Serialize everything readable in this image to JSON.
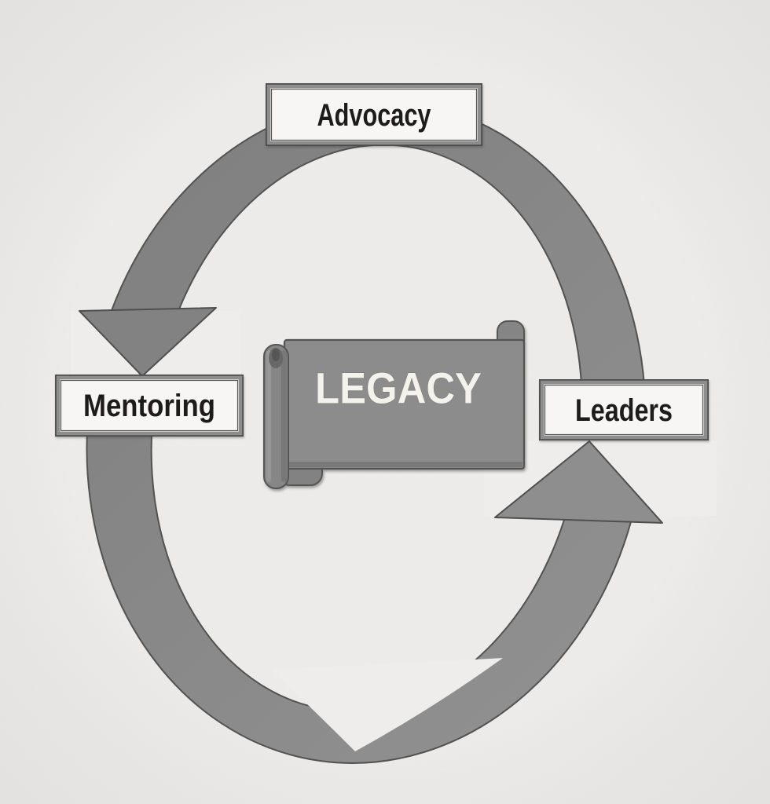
{
  "diagram": {
    "center_label": "LEGACY",
    "nodes": [
      {
        "id": "advocacy",
        "label": "Advocacy"
      },
      {
        "id": "mentoring",
        "label": "Mentoring"
      },
      {
        "id": "leaders",
        "label": "Leaders"
      }
    ],
    "arrows": [
      {
        "name": "cycle-arrow-top",
        "head_at": "mentoring",
        "direction": "counterclockwise"
      },
      {
        "name": "cycle-arrow-bottom",
        "head_at": "leaders",
        "direction": "counterclockwise"
      }
    ],
    "colors": {
      "background": "#eeedec",
      "arrow_gray": "#7e7e7e",
      "arrow_gray_light": "#929292",
      "arrow_edge": "#525252",
      "arrowhead_dark": "#828282",
      "arrowhead_light": "#8e8e8e",
      "box_fill": "#f7f6f4",
      "box_border": "#8d8d8d",
      "box_edge_dark": "#4c4c4c",
      "box_text": "#1e1e1e",
      "scroll_fill": "#8c8c8c",
      "scroll_roll": "#868686",
      "scroll_curl": "#858585",
      "scroll_text": "#f3f2ec"
    }
  }
}
